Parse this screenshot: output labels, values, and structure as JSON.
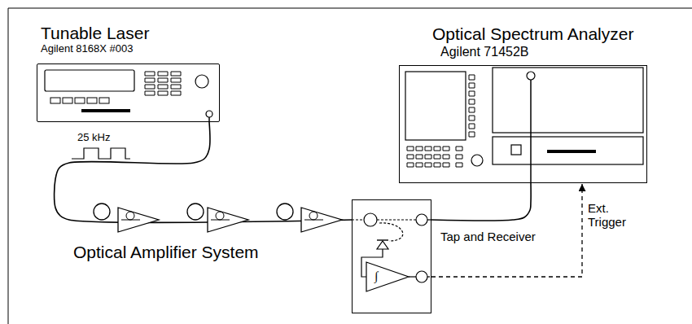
{
  "diagram": {
    "nodes": [
      {
        "text": [
          "Tunable Laser",
          "Agilent 8168X #003"
        ]
      },
      {
        "text": [
          "Optical Spectrum Analyzer",
          "Agilent 71452B"
        ]
      },
      {
        "text": [
          "Tap and Receiver"
        ]
      }
    ],
    "edges": [
      {
        "from": 0,
        "to": 2,
        "arrow": "none"
      },
      {
        "from": 2,
        "to": 1,
        "arrow": "none"
      },
      {
        "from": 2,
        "to": 1,
        "arrow": "to",
        "label": "Ext. Trigger"
      }
    ],
    "labels": [
      "25 kHz",
      "Optical Amplifier System",
      "∫"
    ]
  }
}
